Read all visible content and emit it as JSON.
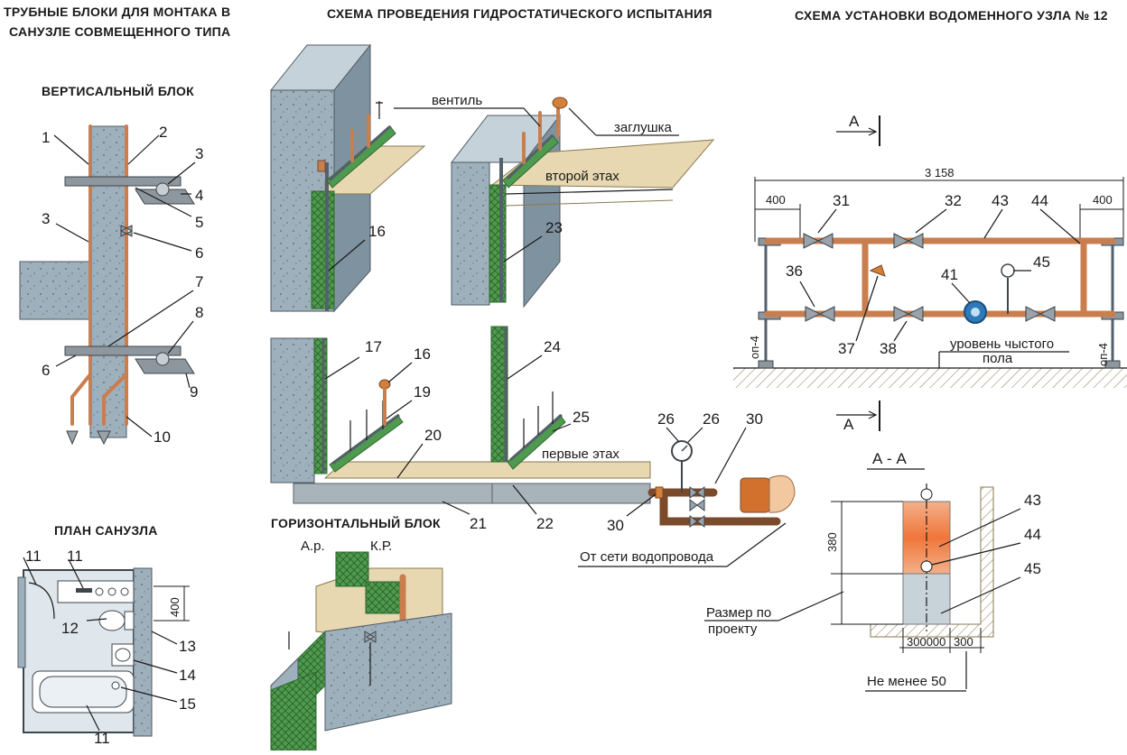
{
  "titles": {
    "pipe_blocks_line1": "ТРУБНЫЕ БЛОКИ ДЛЯ МОНТАКА В",
    "pipe_blocks_line2": "САНУЗЛЕ СОВМЕЩЕННОГО ТИПА",
    "hydro_test": "СХЕМА ПРОВЕДЕНИЯ ГИДРОСТАТИЧЕСКОГО ИСПЫТАНИЯ",
    "meter_unit": "СХЕМА УСТАНОВКИ ВОДОМЕННОГО УЗЛА № 12"
  },
  "vertical_block": {
    "title": "ВЕРТИСАЛЬНЫЙ БЛОК",
    "callouts": [
      "1",
      "2",
      "3",
      "4",
      "3",
      "5",
      "6",
      "7",
      "8",
      "6",
      "9",
      "10"
    ]
  },
  "bathroom_plan": {
    "title": "ПЛАН САНУЗЛА",
    "callouts": [
      "11",
      "11",
      "12",
      "13",
      "14",
      "15",
      "11"
    ],
    "dimension": "400"
  },
  "hydro_test": {
    "labels": {
      "valve": "вентиль",
      "plug": "заглушка",
      "second_floor": "второй этах",
      "first_floor": "первые этах",
      "from_network": "От сети водопровода",
      "horizontal_block": "ГОРИЗОНТАЛЬНЫЙ БЛОК",
      "ap": "А.р.",
      "kp": "К.Р."
    },
    "callouts": [
      "16",
      "23",
      "17",
      "16",
      "19",
      "24",
      "25",
      "20",
      "21",
      "22",
      "26",
      "26",
      "30",
      "30"
    ]
  },
  "meter_unit": {
    "section_mark": "А",
    "overall_dim": "3 158",
    "left_dim": "400",
    "right_dim": "400",
    "level_mark": "оп-4",
    "clean_floor_line1": "уровень чыстого",
    "clean_floor_line2": "пола",
    "callouts": [
      "31",
      "32",
      "43",
      "44",
      "36",
      "41",
      "45",
      "37",
      "38"
    ]
  },
  "section_aa": {
    "title": "А - А",
    "height_dim": "380",
    "bottom_dim": "300000",
    "bottom_dim2": "300",
    "size_note_line1": "Размер по",
    "size_note_line2": "проекту",
    "min_note": "Не менее 50",
    "callouts": [
      "43",
      "44",
      "45"
    ]
  },
  "colors": {
    "copper": "#c97e4e",
    "concrete": "#9fb0bd",
    "insulation": "#4e9a4e",
    "floor": "#e7d8b2",
    "orange": "#f0763a"
  }
}
